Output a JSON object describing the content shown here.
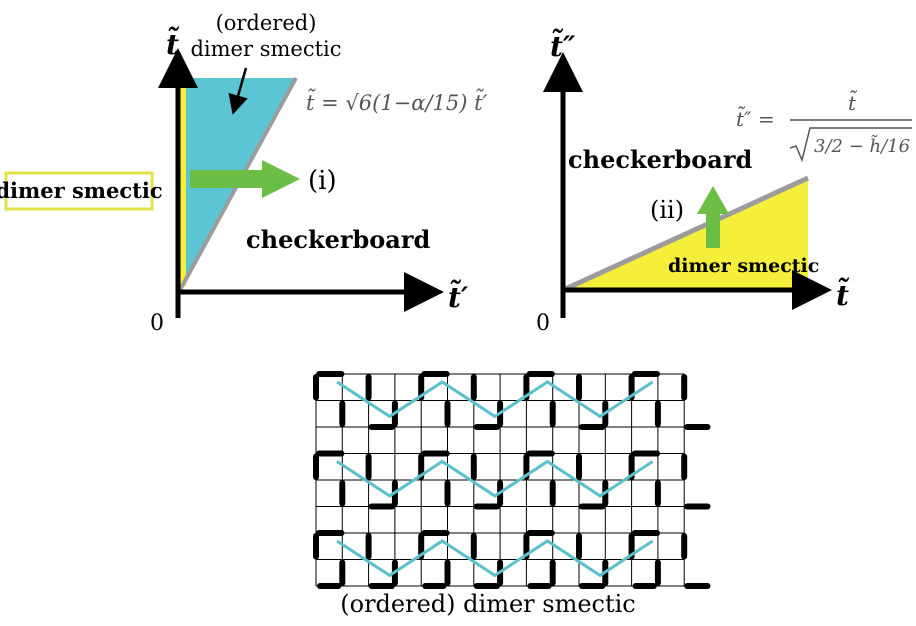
{
  "left_diagram": {
    "y_axis_label": "t̃",
    "x_axis_label": "t̃′",
    "origin_label": "0",
    "region_ordered_label_line1": "(ordered)",
    "region_ordered_label_line2": "dimer smectic",
    "boundary_formula": "t̃ = √6(1−α/15) t̃′",
    "axis_phase_label": "dimer smectic",
    "transition_label": "(i)",
    "phase_label": "checkerboard"
  },
  "right_diagram": {
    "y_axis_label": "t̃″",
    "x_axis_label": "t̃",
    "origin_label": "0",
    "boundary_formula_lhs": "t̃″ =",
    "boundary_formula_numerator": "t̃",
    "boundary_formula_denominator": "3/2 − h̃/16",
    "phase_upper_label": "checkerboard",
    "phase_lower_label": "dimer smectic",
    "transition_label": "(ii)"
  },
  "lattice": {
    "caption": "(ordered) dimer smectic"
  },
  "colors": {
    "cyan_fill": "#5bc5d3",
    "yellow_fill": "#f5ef3c",
    "green_arrow": "#6cbd45",
    "gray_line": "#9c9c9c",
    "zigzag": "#5cc0cc",
    "label_border": "#e3e24a"
  }
}
